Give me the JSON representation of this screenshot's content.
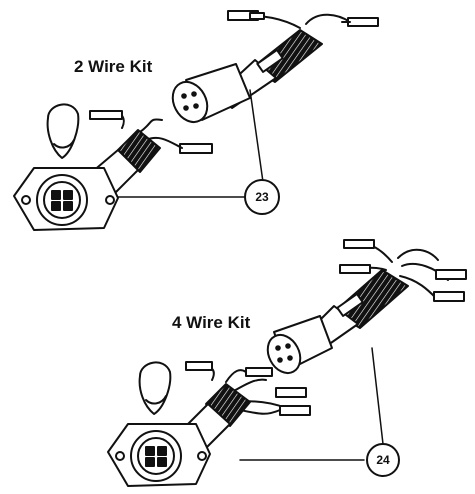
{
  "kits": [
    {
      "title": "2 Wire Kit",
      "callout": "23"
    },
    {
      "title": "4 Wire Kit",
      "callout": "24"
    }
  ],
  "colors": {
    "ink": "#111111",
    "background": "#ffffff"
  }
}
